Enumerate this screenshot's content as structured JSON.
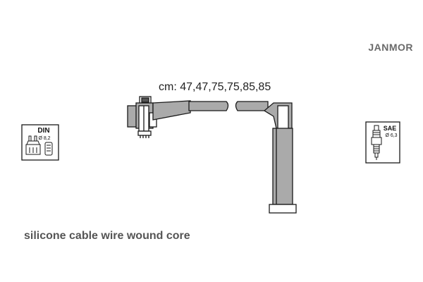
{
  "brand": "JANMOR",
  "lengths_label": "cm: 47,47,75,75,85,85",
  "caption": "silicone cable wire wound core",
  "din_badge": {
    "label": "DIN",
    "size": "Ø 8,2",
    "icon": "distributor-cap-icon"
  },
  "sae_badge": {
    "label": "SAE",
    "size": "Ø 6,3",
    "icon": "spark-plug-icon"
  },
  "colors": {
    "cable_fill": "#aaaaaa",
    "outline": "#1a1a1a",
    "brand_text": "#6a6a6a",
    "caption_text": "#555555"
  }
}
